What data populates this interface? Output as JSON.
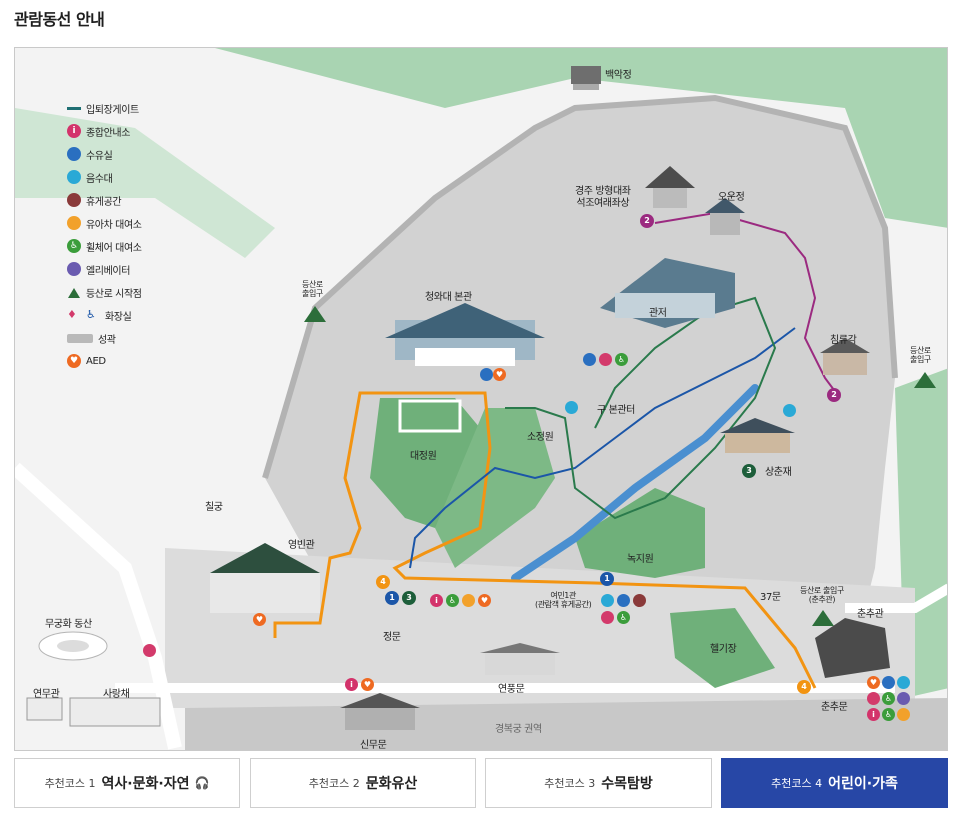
{
  "page": {
    "title": "관람동선 안내"
  },
  "legend": [
    {
      "label": "입퇴장게이트",
      "icon": "gate-line-icon",
      "color": "#1f6f73"
    },
    {
      "label": "종합안내소",
      "icon": "info-icon",
      "color": "#d3336b"
    },
    {
      "label": "수유실",
      "icon": "nursing-room-icon",
      "color": "#2a6fc0"
    },
    {
      "label": "음수대",
      "icon": "water-fountain-icon",
      "color": "#2aa9d6"
    },
    {
      "label": "휴게공간",
      "icon": "rest-area-icon",
      "color": "#8a3a3a"
    },
    {
      "label": "유아차 대여소",
      "icon": "stroller-icon",
      "color": "#f2a12b"
    },
    {
      "label": "휠체어 대여소",
      "icon": "wheelchair-icon",
      "color": "#3b9d3b"
    },
    {
      "label": "엘리베이터",
      "icon": "elevator-icon",
      "color": "#6a5bb0"
    },
    {
      "label": "등산로 시작점",
      "icon": "mountain-icon",
      "color": "#2c6e3a"
    },
    {
      "label": "화장실",
      "icon": "restroom-icon",
      "color": "#d33a6b"
    },
    {
      "label": "성곽",
      "icon": "fortress-wall-icon",
      "color": "#b9b9b9"
    },
    {
      "label": "AED",
      "icon": "aed-icon",
      "color": "#ee6a22"
    }
  ],
  "places": {
    "baegak": "백악정",
    "gyeongju": "경주 방형대좌\n석조여래좌상",
    "oun": "오운정",
    "residence": "관저",
    "chimryu": "침류각",
    "hiking_exit_right": "등산로\n출입구",
    "hiking_exit_left": "등산로\n출입구",
    "main_hall": "청와대 본관",
    "old_hall": "구 본관터",
    "sojeong": "소정원",
    "daejeong": "대정원",
    "sangchun": "상춘재",
    "nokji": "녹지원",
    "chilgung": "칠궁",
    "yeongbin": "영빈관",
    "mugunghwa": "무궁화 동산",
    "yeonmu": "연무관",
    "sarang": "사랑채",
    "jeongmun": "정문",
    "sinmu": "신무문",
    "yeonpung": "연풍문",
    "yeomin": "여민1관\n(관람객 휴게공간)",
    "gate37": "37문",
    "hiking_chunchu": "등산로 출입구\n(춘추관)",
    "chunchugwan": "춘추관",
    "helipad": "헬기장",
    "chunchumun": "춘추문",
    "gyeongbok": "경복궁 권역"
  },
  "course_badges": [
    "1",
    "2",
    "3",
    "4"
  ],
  "colors": {
    "course1": "#1b56a8",
    "course2": "#9b2a80",
    "course3": "#1d5e3a",
    "course4": "#f29412",
    "grass": "#6fb07a",
    "forest": "#a9d4b2",
    "ground": "#cfcfcf",
    "active_tab": "#2747a6"
  },
  "tabs": [
    {
      "no": "추천코스 1",
      "name": "역사·문화·자연",
      "audio_icon": "headphone-icon",
      "active": false
    },
    {
      "no": "추천코스 2",
      "name": "문화유산",
      "active": false
    },
    {
      "no": "추천코스 3",
      "name": "수목탐방",
      "active": false
    },
    {
      "no": "추천코스 4",
      "name": "어린이·가족",
      "active": true
    }
  ]
}
